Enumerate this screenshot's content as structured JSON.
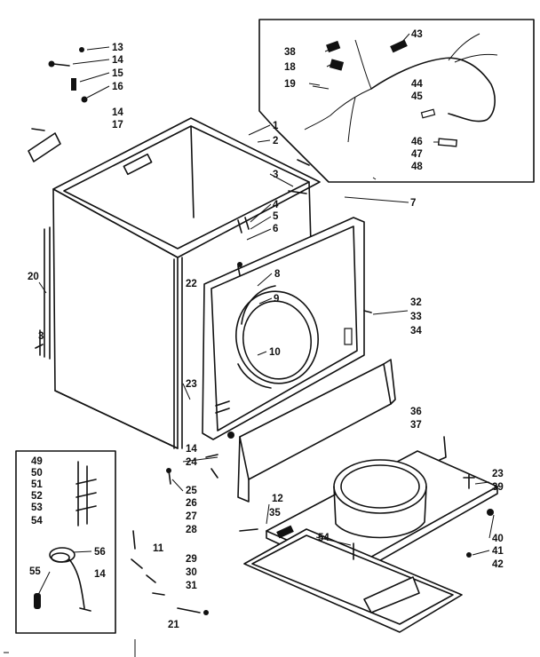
{
  "diagram": {
    "colors": {
      "ink": "#111111",
      "paper": "#ffffff"
    },
    "callouts": [
      {
        "id": "c13",
        "text": "13"
      },
      {
        "id": "c14a",
        "text": "14"
      },
      {
        "id": "c15",
        "text": "15"
      },
      {
        "id": "c16",
        "text": "16"
      },
      {
        "id": "c14b",
        "text": "14"
      },
      {
        "id": "c17",
        "text": "17"
      },
      {
        "id": "c1",
        "text": "1"
      },
      {
        "id": "c2",
        "text": "2"
      },
      {
        "id": "c3a",
        "text": "3"
      },
      {
        "id": "c7",
        "text": "7"
      },
      {
        "id": "c4",
        "text": "4"
      },
      {
        "id": "c5",
        "text": "5"
      },
      {
        "id": "c6",
        "text": "6"
      },
      {
        "id": "c8",
        "text": "8"
      },
      {
        "id": "c9",
        "text": "9"
      },
      {
        "id": "c10",
        "text": "10"
      },
      {
        "id": "c20",
        "text": "20"
      },
      {
        "id": "c3b",
        "text": "3"
      },
      {
        "id": "c22",
        "text": "22"
      },
      {
        "id": "c32",
        "text": "32"
      },
      {
        "id": "c33",
        "text": "33"
      },
      {
        "id": "c34",
        "text": "34"
      },
      {
        "id": "c23a",
        "text": "23"
      },
      {
        "id": "c36",
        "text": "36"
      },
      {
        "id": "c37",
        "text": "37"
      },
      {
        "id": "c14c",
        "text": "14"
      },
      {
        "id": "c24",
        "text": "24"
      },
      {
        "id": "c23b",
        "text": "23"
      },
      {
        "id": "c39",
        "text": "39"
      },
      {
        "id": "c25",
        "text": "25"
      },
      {
        "id": "c26",
        "text": "26"
      },
      {
        "id": "c27",
        "text": "27"
      },
      {
        "id": "c28",
        "text": "28"
      },
      {
        "id": "c12",
        "text": "12"
      },
      {
        "id": "c35",
        "text": "35"
      },
      {
        "id": "c54a",
        "text": "54"
      },
      {
        "id": "c40",
        "text": "40"
      },
      {
        "id": "c41",
        "text": "41"
      },
      {
        "id": "c42",
        "text": "42"
      },
      {
        "id": "c11",
        "text": "11"
      },
      {
        "id": "c29",
        "text": "29"
      },
      {
        "id": "c30",
        "text": "30"
      },
      {
        "id": "c31",
        "text": "31"
      },
      {
        "id": "c21",
        "text": "21"
      },
      {
        "id": "c38",
        "text": "38"
      },
      {
        "id": "c18",
        "text": "18"
      },
      {
        "id": "c19",
        "text": "19"
      },
      {
        "id": "c43",
        "text": "43"
      },
      {
        "id": "c44",
        "text": "44"
      },
      {
        "id": "c45",
        "text": "45"
      },
      {
        "id": "c46",
        "text": "46"
      },
      {
        "id": "c47",
        "text": "47"
      },
      {
        "id": "c48",
        "text": "48"
      },
      {
        "id": "c49",
        "text": "49"
      },
      {
        "id": "c50",
        "text": "50"
      },
      {
        "id": "c51",
        "text": "51"
      },
      {
        "id": "c52",
        "text": "52"
      },
      {
        "id": "c53",
        "text": "53"
      },
      {
        "id": "c54b",
        "text": "54"
      },
      {
        "id": "c56",
        "text": "56"
      },
      {
        "id": "c55",
        "text": "55"
      },
      {
        "id": "c14d",
        "text": "14"
      }
    ]
  }
}
